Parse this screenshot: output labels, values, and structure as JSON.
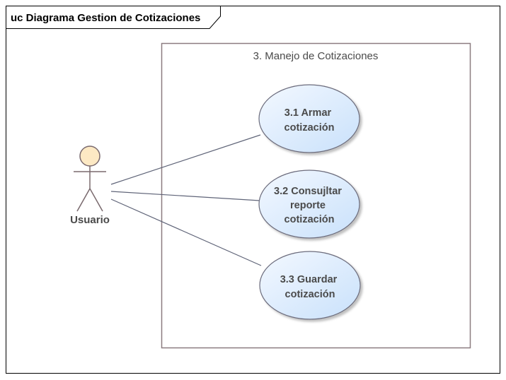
{
  "frame": {
    "title": "uc Diagrama Gestion de Cotizaciones"
  },
  "system_boundary": {
    "title": "3. Manejo de Cotizaciones"
  },
  "actor": {
    "name": "Usuario"
  },
  "use_cases": [
    {
      "id": "uc-3-1",
      "lines": [
        "3.1 Armar",
        "cotización"
      ]
    },
    {
      "id": "uc-3-2",
      "lines": [
        "3.2 Consujltar",
        "reporte",
        "cotización"
      ]
    },
    {
      "id": "uc-3-3",
      "lines": [
        "3.3 Guardar",
        "cotización"
      ]
    }
  ],
  "colors": {
    "usecase_fill_light": "#f3f8ff",
    "usecase_fill_dark": "#c9e1fb",
    "usecase_stroke": "#6c6c7c",
    "actor_head_fill": "#fde9c4",
    "boundary_stroke": "#8c7c80",
    "association_line": "#5f6478"
  }
}
